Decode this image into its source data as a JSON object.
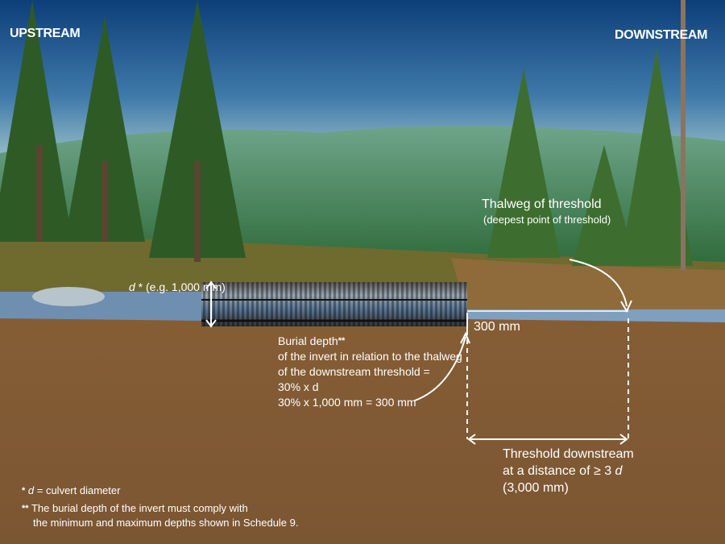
{
  "headers": {
    "upstream": "UPSTREAM",
    "downstream": "DOWNSTREAM"
  },
  "thalweg": {
    "title": "Thalweg of threshold",
    "subtitle": "(deepest point of threshold)"
  },
  "diameter": {
    "symbol": "d",
    "label": " * (e.g. 1,000 mm)"
  },
  "depth_value": "300 mm",
  "burial": {
    "title": "Burial depth",
    "title_mark": "**",
    "lines": [
      "of the invert in relation to the thalweg",
      "of the downstream threshold =",
      "30% x d",
      "30% x 1,000 mm = 300 mm"
    ]
  },
  "threshold": {
    "line1": "Threshold downstream",
    "line2_prefix": "at a distance of ≥ 3 ",
    "line2_symbol": "d",
    "line3": "(3,000 mm)"
  },
  "footnotes": {
    "note1_mark": "*",
    "note1_symbol": "d",
    "note1_text": " = culvert diameter",
    "note2_mark": "**",
    "note2_line1": "The burial depth of the invert must comply with",
    "note2_line2": "the minimum and maximum depths shown in Schedule 9."
  },
  "colors": {
    "sky": "#2a5f95",
    "soil": "#8a6238",
    "water": "#6f8fb0",
    "forest": "#3d7a4a"
  }
}
